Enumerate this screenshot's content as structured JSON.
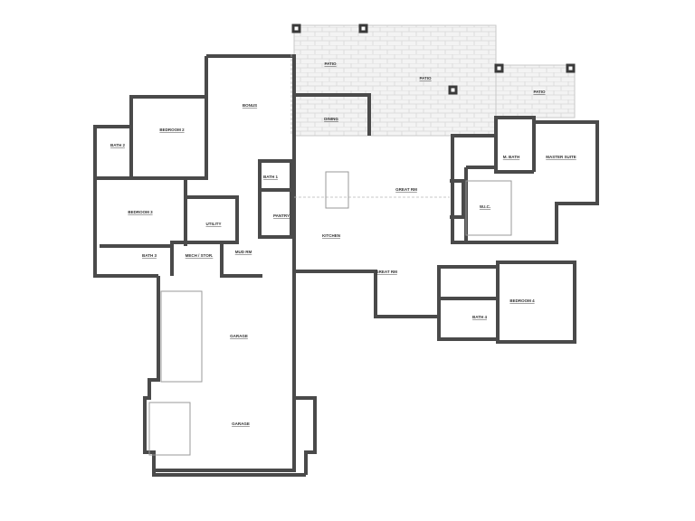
{
  "plan": {
    "rooms": [
      {
        "id": "patio-1",
        "label": "PATIO"
      },
      {
        "id": "patio-2",
        "label": "PATIO"
      },
      {
        "id": "patio-3",
        "label": "PATIO"
      },
      {
        "id": "dining",
        "label": "DINING"
      },
      {
        "id": "bonus",
        "label": "BONUS"
      },
      {
        "id": "bedroom-2",
        "label": "BEDROOM 2"
      },
      {
        "id": "bath-2",
        "label": "BATH 2"
      },
      {
        "id": "bedroom-3",
        "label": "BEDROOM 3"
      },
      {
        "id": "utility",
        "label": "UTILITY"
      },
      {
        "id": "bath-3",
        "label": "BATH 3"
      },
      {
        "id": "mech-stor",
        "label": "MECH / STOR."
      },
      {
        "id": "mud-rm",
        "label": "MUD RM"
      },
      {
        "id": "bath-1",
        "label": "BATH 1"
      },
      {
        "id": "pantry",
        "label": "PANTRY"
      },
      {
        "id": "kitchen",
        "label": "KITCHEN"
      },
      {
        "id": "great-rm",
        "label": "GREAT RM"
      },
      {
        "id": "m-bath",
        "label": "M. BATH"
      },
      {
        "id": "master-suite",
        "label": "MASTER SUITE"
      },
      {
        "id": "wic",
        "label": "W.I.C."
      },
      {
        "id": "great-rm-2",
        "label": "GREAT RM"
      },
      {
        "id": "bedroom-4",
        "label": "BEDROOM 4"
      },
      {
        "id": "bath-4",
        "label": "BATH 4"
      },
      {
        "id": "garage-1",
        "label": "GARAGE"
      },
      {
        "id": "garage-2",
        "label": "GARAGE"
      }
    ],
    "colors": {
      "wall": "#4a4a4a",
      "patio": "#f1f1f1",
      "background": "#ffffff"
    }
  }
}
